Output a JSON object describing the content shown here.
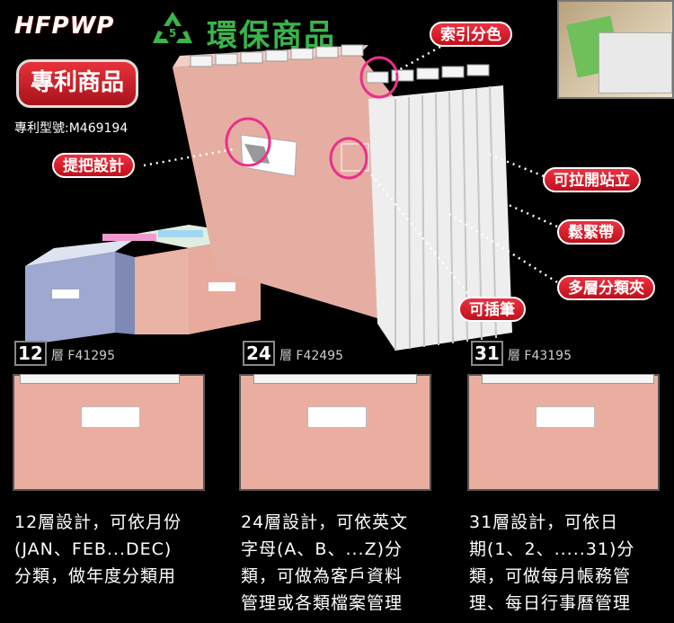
{
  "header": {
    "brand_logo": "HFPWP",
    "recycle_number": "5",
    "eco_title": "環保商品",
    "patent_badge": "專利商品",
    "patent_number": "專利型號:M469194"
  },
  "callouts": {
    "index_color": "索引分色",
    "handle_design": "提把設計",
    "stand_open": "可拉開站立",
    "elastic_band": "鬆緊帶",
    "multi_layer": "多層分類夾",
    "pen_slot": "可插筆"
  },
  "variants": [
    {
      "layers": "12",
      "code": "層 F41295",
      "lines": [
        "12層設計，可依月份",
        "(JAN、FEB...DEC)",
        "分類，做年度分類用"
      ]
    },
    {
      "layers": "24",
      "code": "層 F42495",
      "lines": [
        "24層設計，可依英文",
        "字母(A、B、...Z)分",
        "類，可做為客戶資料",
        "管理或各類檔案管理"
      ]
    },
    {
      "layers": "31",
      "code": "層 F43195",
      "lines": [
        "31層設計，可依日",
        "期(1、2、.....31)分",
        "類，可做每月帳務管",
        "理、每日行事曆管理"
      ]
    }
  ],
  "colors": {
    "accent_red": "#e8323a",
    "eco_green": "#39b54a",
    "card_pink": "#eaaea1"
  }
}
